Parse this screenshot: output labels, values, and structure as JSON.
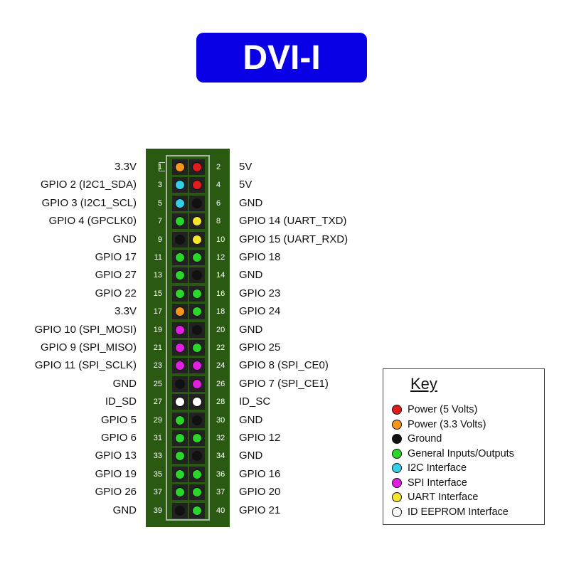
{
  "title": "DVI-I",
  "colors": {
    "title_bg": "#0a00e6",
    "board": "#2a5a12",
    "power5": "#e01b1b",
    "power33": "#f5961e",
    "ground": "#111111",
    "gpio": "#2bd62b",
    "i2c": "#35d0e8",
    "spi": "#e020e0",
    "uart": "#f5e52c",
    "eeprom": "#ffffff"
  },
  "pins": [
    {
      "num": "1",
      "label": "3.3V",
      "type": "power33"
    },
    {
      "num": "2",
      "label": "5V",
      "type": "power5"
    },
    {
      "num": "3",
      "label": "GPIO 2 (I2C1_SDA)",
      "type": "i2c"
    },
    {
      "num": "4",
      "label": "5V",
      "type": "power5"
    },
    {
      "num": "5",
      "label": "GPIO 3 (I2C1_SCL)",
      "type": "i2c"
    },
    {
      "num": "6",
      "label": "GND",
      "type": "ground"
    },
    {
      "num": "7",
      "label": "GPIO 4 (GPCLK0)",
      "type": "gpio"
    },
    {
      "num": "8",
      "label": "GPIO 14 (UART_TXD)",
      "type": "uart"
    },
    {
      "num": "9",
      "label": "GND",
      "type": "ground"
    },
    {
      "num": "10",
      "label": "GPIO 15 (UART_RXD)",
      "type": "uart"
    },
    {
      "num": "11",
      "label": "GPIO 17",
      "type": "gpio"
    },
    {
      "num": "12",
      "label": "GPIO 18",
      "type": "gpio"
    },
    {
      "num": "13",
      "label": "GPIO 27",
      "type": "gpio"
    },
    {
      "num": "14",
      "label": "GND",
      "type": "ground"
    },
    {
      "num": "15",
      "label": "GPIO 22",
      "type": "gpio"
    },
    {
      "num": "16",
      "label": "GPIO 23",
      "type": "gpio"
    },
    {
      "num": "17",
      "label": "3.3V",
      "type": "power33"
    },
    {
      "num": "18",
      "label": "GPIO 24",
      "type": "gpio"
    },
    {
      "num": "19",
      "label": "GPIO 10 (SPI_MOSI)",
      "type": "spi"
    },
    {
      "num": "20",
      "label": "GND",
      "type": "ground"
    },
    {
      "num": "21",
      "label": "GPIO 9 (SPI_MISO)",
      "type": "spi"
    },
    {
      "num": "22",
      "label": "GPIO 25",
      "type": "gpio"
    },
    {
      "num": "23",
      "label": "GPIO 11 (SPI_SCLK)",
      "type": "spi"
    },
    {
      "num": "24",
      "label": "GPIO 8 (SPI_CE0)",
      "type": "spi"
    },
    {
      "num": "25",
      "label": "GND",
      "type": "ground"
    },
    {
      "num": "26",
      "label": "GPIO 7 (SPI_CE1)",
      "type": "spi"
    },
    {
      "num": "27",
      "label": "ID_SD",
      "type": "eeprom"
    },
    {
      "num": "28",
      "label": "ID_SC",
      "type": "eeprom"
    },
    {
      "num": "29",
      "label": "GPIO 5",
      "type": "gpio"
    },
    {
      "num": "30",
      "label": "GND",
      "type": "ground"
    },
    {
      "num": "31",
      "label": "GPIO 6",
      "type": "gpio"
    },
    {
      "num": "32",
      "label": "GPIO 12",
      "type": "gpio"
    },
    {
      "num": "33",
      "label": "GPIO 13",
      "type": "gpio"
    },
    {
      "num": "34",
      "label": "GND",
      "type": "ground"
    },
    {
      "num": "35",
      "label": "GPIO 19",
      "type": "gpio"
    },
    {
      "num": "36",
      "label": "GPIO 16",
      "type": "gpio"
    },
    {
      "num": "37",
      "label": "GPIO 26",
      "type": "gpio"
    },
    {
      "num": "37",
      "label": "GPIO 20",
      "type": "gpio"
    },
    {
      "num": "39",
      "label": "GND",
      "type": "ground"
    },
    {
      "num": "40",
      "label": "GPIO 21",
      "type": "gpio"
    }
  ],
  "key": {
    "title": "Key",
    "items": [
      {
        "label": "Power (5 Volts)",
        "type": "power5"
      },
      {
        "label": "Power (3.3 Volts)",
        "type": "power33"
      },
      {
        "label": "Ground",
        "type": "ground"
      },
      {
        "label": "General Inputs/Outputs",
        "type": "gpio"
      },
      {
        "label": "I2C Interface",
        "type": "i2c"
      },
      {
        "label": "SPI Interface",
        "type": "spi"
      },
      {
        "label": "UART Interface",
        "type": "uart"
      },
      {
        "label": "ID EEPROM Interface",
        "type": "eeprom"
      }
    ]
  }
}
